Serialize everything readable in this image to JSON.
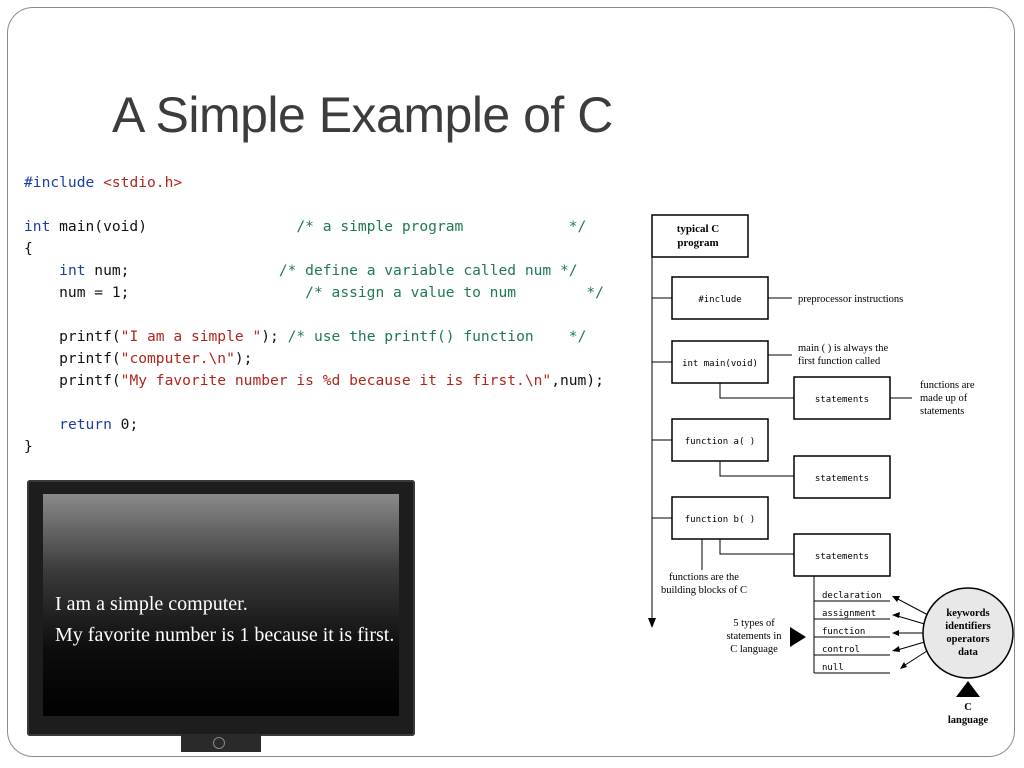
{
  "slide": {
    "title": "A Simple Example of C"
  },
  "code": {
    "line1": {
      "directive": "#include",
      "header": "<stdio.h>"
    },
    "line2": {
      "type": "int",
      "sig": " main(void)",
      "pad": "                 ",
      "comment": "/* a simple program            */"
    },
    "line3": "{",
    "line4": {
      "indent": "    ",
      "type": "int",
      "rest": " num;",
      "pad": "                 ",
      "comment": "/* define a variable called num */"
    },
    "line5": {
      "text": "    num = 1;",
      "pad": "                    ",
      "comment": "/* assign a value to num        */"
    },
    "line6": {
      "pre": "    printf(",
      "str": "\"I am a simple \"",
      "post": ");",
      "pad": " ",
      "comment": "/* use the printf() function    */"
    },
    "line7": {
      "pre": "    printf(",
      "str": "\"computer.\\n\"",
      "post": ");"
    },
    "line8": {
      "pre": "    printf(",
      "str": "\"My favorite number is %d because it is first.\\n\"",
      "post": ",num);"
    },
    "line9": {
      "indent": "    ",
      "kw": "return",
      "rest": " 0;"
    },
    "line10": "}"
  },
  "output": {
    "line1": "I am a simple computer.",
    "line2": "My favorite number is 1 because it is first."
  },
  "diagram": {
    "top_box": [
      "typical C",
      "program"
    ],
    "include_box": "#include",
    "include_note": "preprocessor instructions",
    "main_box": "int main(void)",
    "main_note": [
      "main ( ) is always the",
      "first function called"
    ],
    "statements_label": "statements",
    "statements_note": [
      "functions are",
      "made up of",
      "statements"
    ],
    "func_a": "function a( )",
    "func_b": "function b( )",
    "blocks_note": [
      "functions are the",
      "building blocks of C"
    ],
    "types": [
      "declaration",
      "assignment",
      "function",
      "control",
      "null"
    ],
    "types_note": [
      "5 types of",
      "statements in",
      "C language"
    ],
    "circle": [
      "keywords",
      "identifiers",
      "operators",
      "data"
    ],
    "c_lang": [
      "C",
      "language"
    ]
  }
}
